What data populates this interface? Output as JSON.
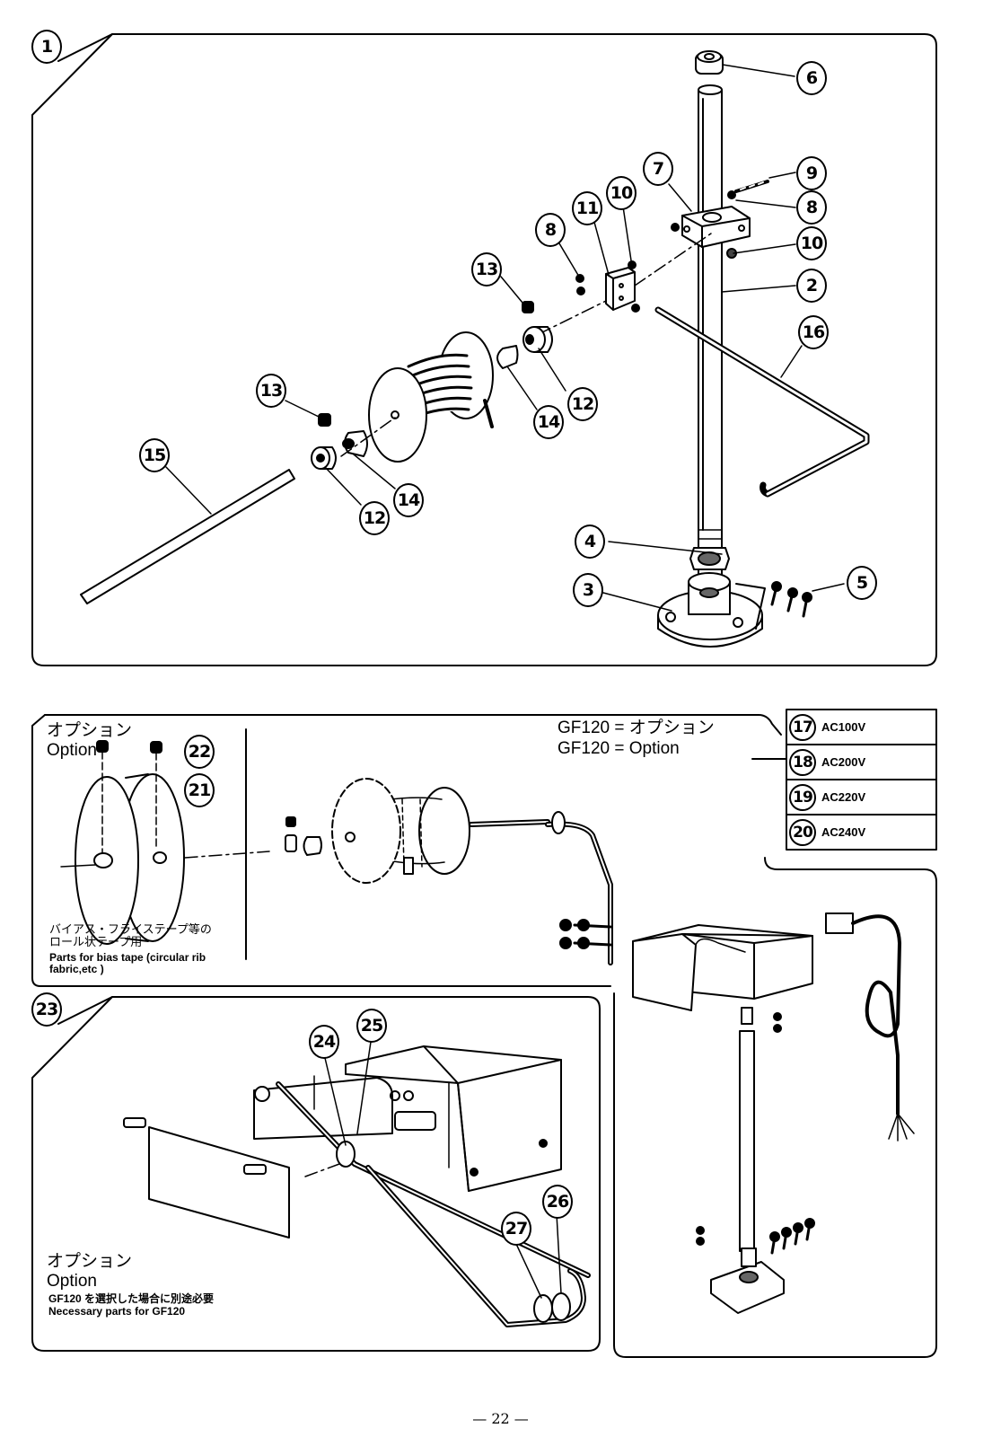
{
  "callouts": {
    "c1": "1",
    "c2": "2",
    "c3": "3",
    "c4": "4",
    "c5": "5",
    "c6": "6",
    "c7": "7",
    "c8a": "8",
    "c8b": "8",
    "c9": "9",
    "c10a": "10",
    "c10b": "10",
    "c11": "11",
    "c12a": "12",
    "c12b": "12",
    "c13a": "13",
    "c13b": "13",
    "c14a": "14",
    "c14b": "14",
    "c15": "15",
    "c16": "16",
    "c21": "21",
    "c22": "22",
    "c23": "23",
    "c24": "24",
    "c25": "25",
    "c26": "26",
    "c27": "27"
  },
  "option_panel": {
    "title_jp": "オプション",
    "title_en": "Option",
    "note_jp_1": "バイアス・フライステープ等の",
    "note_jp_2": "ロール状テープ用",
    "note_en_1": "Parts for bias tape (circular rib",
    "note_en_2": "fabric,etc )"
  },
  "gf120_header": {
    "line_jp": "GF120 = オプション",
    "line_en": "GF120 = Option"
  },
  "voltage_table": [
    {
      "num": "17",
      "label": "AC100V"
    },
    {
      "num": "18",
      "label": "AC200V"
    },
    {
      "num": "19",
      "label": "AC220V"
    },
    {
      "num": "20",
      "label": "AC240V"
    }
  ],
  "gf120_panel": {
    "title_jp": "オプション",
    "title_en": "Option",
    "note_jp": "GF120 を選択した場合に別途必要",
    "note_en": "Necessary parts for GF120"
  },
  "page_number": "— 22 —"
}
